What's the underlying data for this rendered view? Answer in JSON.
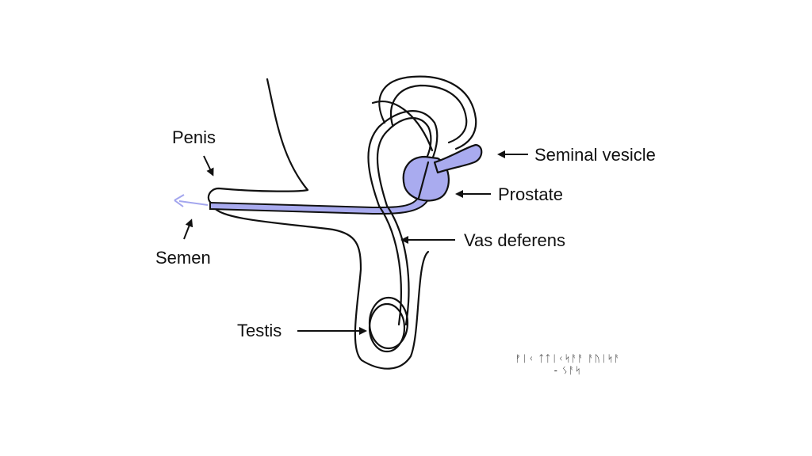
{
  "diagram": {
    "labels": {
      "penis": "Penis",
      "semen": "Semen",
      "seminal_vesicle": "Seminal vesicle",
      "prostate": "Prostate",
      "vas_deferens": "Vas deferens",
      "testis": "Testis"
    },
    "signature": [
      "ᚠᛁᚲ ᛏᛏᛁᚲᛋᚨᚨ ᚨᚢᛁᛋᚨ",
      "- ᛊᚨᛋ"
    ],
    "colors": {
      "organ_fill": "#a9abef",
      "semen_arrow": "#a3a6ee",
      "outline": "#111111"
    }
  }
}
